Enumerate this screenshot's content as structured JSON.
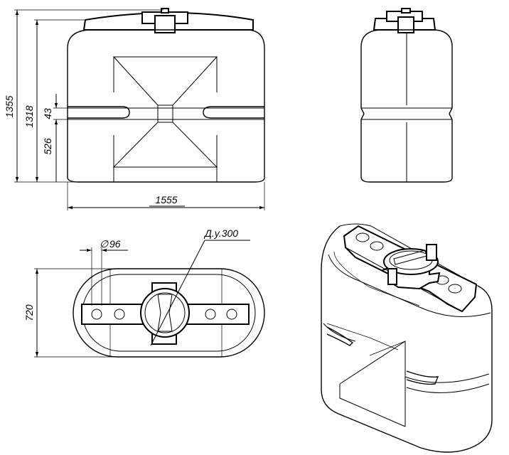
{
  "dimensions": {
    "total_height": "1355",
    "body_height": "1318",
    "groove_height": "43",
    "lower_height": "526",
    "length": "1555",
    "width": "720",
    "hole_diameter": "96",
    "hole_diameter_symbol": "∅",
    "neck_size": "Д.у.300"
  }
}
